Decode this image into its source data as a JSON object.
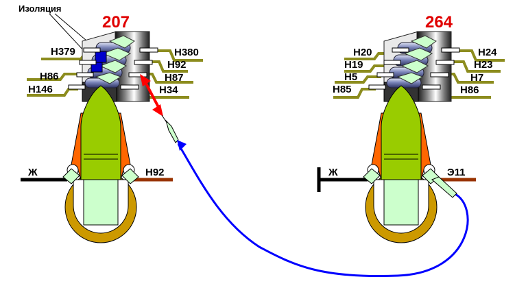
{
  "isolation_label": "Изоляция",
  "left_device": {
    "number": "207",
    "labels_left": [
      "Н379",
      "Н86",
      "Н146"
    ],
    "labels_right": [
      "Н380",
      "Н92",
      "Н87",
      "Н34"
    ],
    "arm_left": "Ж",
    "arm_right": "Н92"
  },
  "right_device": {
    "number": "264",
    "labels_left": [
      "Н20",
      "Н19",
      "Н5",
      "Н85"
    ],
    "labels_right": [
      "Н24",
      "Н23",
      "Н7",
      "Н86"
    ],
    "arm_left": "Ж",
    "arm_right": "Э11"
  },
  "colors": {
    "number": "#e00000",
    "wire_olive": "#8c8c1e",
    "body_green": "#99cc00",
    "flange_orange": "#ff6600",
    "base_gold": "#cc9900",
    "pale_green": "#ccffcc",
    "arm_black": "#000000",
    "arm_brown": "#993300",
    "isolation_blue": "#0000cc",
    "probe_cable": "#0000ff",
    "arrow_red": "#ff0000"
  }
}
